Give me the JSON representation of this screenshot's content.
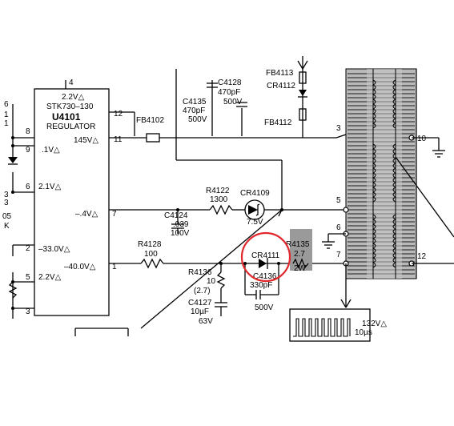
{
  "ic": {
    "supply_top": "2.2V△",
    "part": "STK730–130",
    "ref": "U4101",
    "name": "REGULATOR",
    "pin4": "4",
    "pin12": "12",
    "pin11": "11",
    "pin8": "8",
    "pin9": "9",
    "pin6": "6",
    "pin7": "7",
    "pin2": "2",
    "pin1": "1",
    "pin5": "5",
    "pin3": "3",
    "v_145": "145V△",
    "v_1": ".1V△",
    "v_21": "2.1V△",
    "v_m04": "–.4V△",
    "v_m33": "–33.0V△",
    "v_m40": "–40.0V△",
    "v_22": "2.2V△"
  },
  "left_fragments": {
    "f1": "6",
    "f2": "1",
    "f3": "1",
    "f4": "3",
    "f5": "3",
    "f6": "05",
    "f7": "K"
  },
  "components": {
    "fb4102": "FB4102",
    "c4135_ref": "C4135",
    "c4135_val": "470pF",
    "c4135_v": "500V",
    "c4128_ref": "C4128",
    "c4128_val": "470pF",
    "c4128_v": "500V",
    "fb4113": "FB4113",
    "cr4112": "CR4112",
    "fb4112": "FB4112",
    "r4122_ref": "R4122",
    "r4122_val": "1300",
    "cr4109": "CR4109",
    "cr4109_v": "7.5V",
    "c4124_ref": "C4124",
    "c4124_val": ".039",
    "c4124_v": "100V",
    "r4128_ref": "R4128",
    "r4128_val": "100",
    "cr4111": "CR4111",
    "r4135_ref": "R4135",
    "r4135_val": "2.7",
    "r4135_w": "2W",
    "r4136_ref": "R4136",
    "r4136_val": "10",
    "r4136_alt": "(2.7)",
    "c4136_ref": "C4136",
    "c4136_val": "330pF",
    "c4136_v": "500V",
    "c4127_ref": "C4127",
    "c4127_val": "10µF",
    "c4127_v": "63V"
  },
  "transformer": {
    "p3": "3",
    "p5": "5",
    "p6": "6",
    "p7": "7",
    "p10": "10",
    "p12": "12"
  },
  "waveform": {
    "amp": "132V△",
    "period": "10µs"
  },
  "colors": {
    "highlight": "#e0282d",
    "hatch_fill": "#9a9a9a",
    "line": "#000000"
  }
}
